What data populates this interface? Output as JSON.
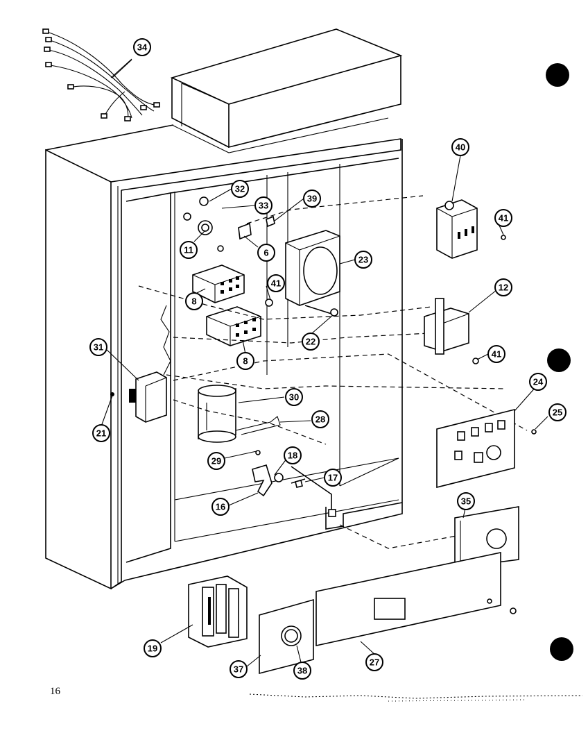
{
  "page": {
    "number": "16"
  },
  "callouts": {
    "p34": "34",
    "p32": "32",
    "p33": "33",
    "p39": "39",
    "p11": "11",
    "p6": "6",
    "p23": "23",
    "p8a": "8",
    "p41a": "41",
    "p8b": "8",
    "p22": "22",
    "p31": "31",
    "p21": "21",
    "p30": "30",
    "p28": "28",
    "p29": "29",
    "p18": "18",
    "p17": "17",
    "p16": "16",
    "p40": "40",
    "p41b": "41",
    "p12": "12",
    "p41c": "41",
    "p24": "24",
    "p25": "25",
    "p35": "35",
    "p19": "19",
    "p37": "37",
    "p38": "38",
    "p27": "27"
  }
}
